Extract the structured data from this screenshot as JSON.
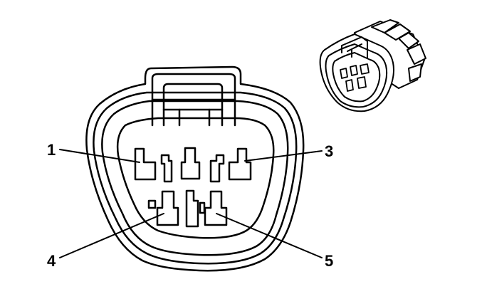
{
  "diagram": {
    "ink_color": "#000000",
    "background_color": "#ffffff",
    "pin_labels": [
      {
        "id": "pin-1",
        "text": "1"
      },
      {
        "id": "pin-3",
        "text": "3"
      },
      {
        "id": "pin-4",
        "text": "4"
      },
      {
        "id": "pin-5",
        "text": "5"
      }
    ]
  }
}
